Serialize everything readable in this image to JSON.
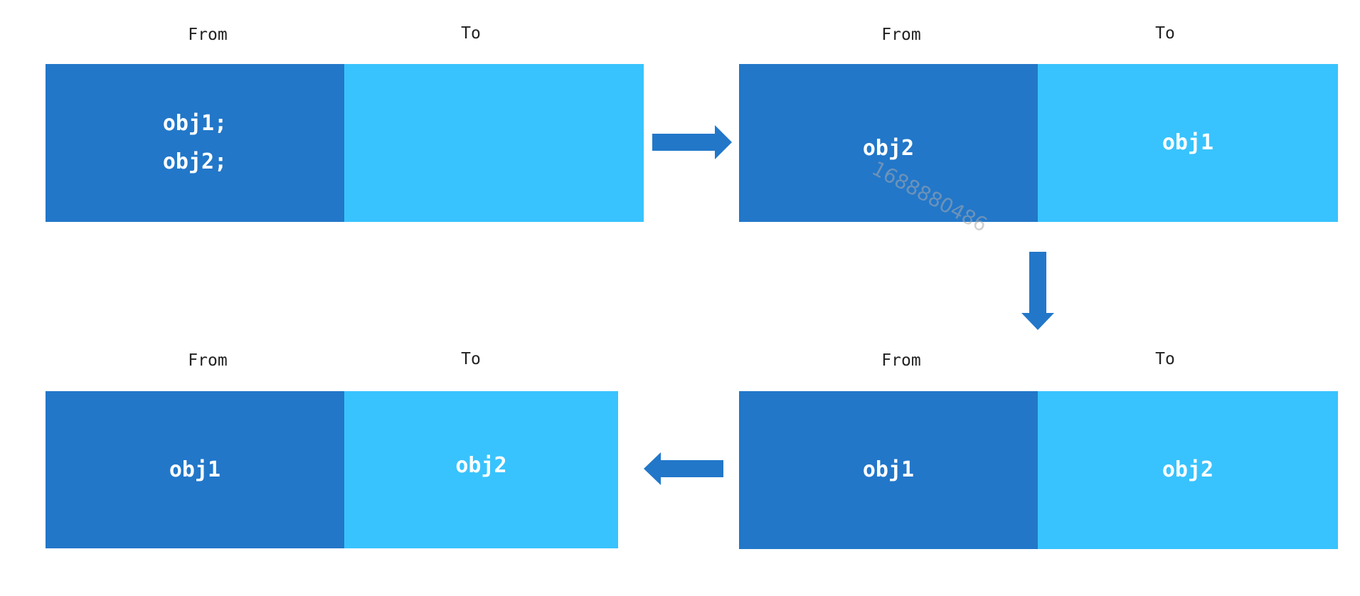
{
  "labels": {
    "from": "From",
    "to": "To"
  },
  "panels": {
    "step1": {
      "from_lines": [
        "obj1;",
        "obj2;"
      ],
      "to_lines": []
    },
    "step2": {
      "from_lines": [
        "obj2"
      ],
      "to_lines": [
        "obj1"
      ]
    },
    "step3": {
      "from_lines": [
        "obj1"
      ],
      "to_lines": [
        "obj2"
      ]
    },
    "step4": {
      "from_lines": [
        "obj1"
      ],
      "to_lines": [
        "obj2"
      ]
    }
  },
  "watermark": "1688880486",
  "colors": {
    "from_space": "#2277c9",
    "to_space": "#38c3fe",
    "arrow": "#2277c9",
    "text": "#ffffff"
  },
  "icons": [
    "arrow-right-icon",
    "arrow-down-icon",
    "arrow-left-icon"
  ]
}
